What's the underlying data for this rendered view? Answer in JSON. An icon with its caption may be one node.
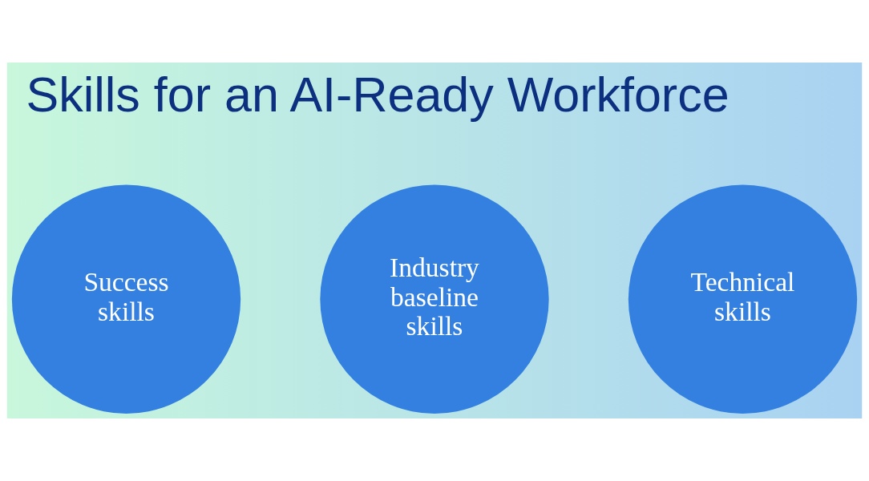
{
  "diagram": {
    "title": "Skills for an AI-Ready Workforce",
    "nodes": [
      {
        "text": [
          "Success skills"
        ]
      },
      {
        "text": [
          "Industry baseline skills"
        ]
      },
      {
        "text": [
          "Technical skills"
        ]
      }
    ]
  }
}
